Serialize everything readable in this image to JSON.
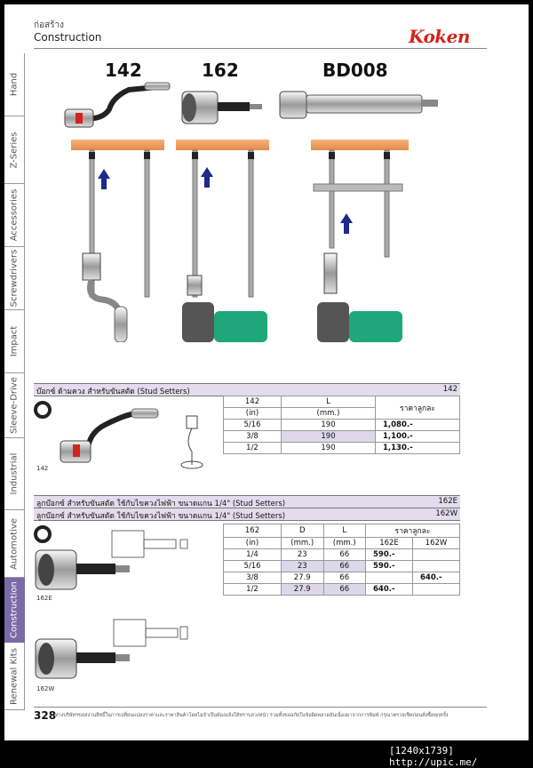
{
  "header": {
    "thai": "ก่อสร้าง",
    "title": "Construction",
    "brand": "Koken"
  },
  "tabs": [
    "Hand",
    "Z-Series",
    "Accessories",
    "Screwdrivers",
    "Impact",
    "Sleeve-Drive",
    "Industrial",
    "Automotive",
    "Construction",
    "Renewal Kits"
  ],
  "active_tab": "Construction",
  "models": [
    "142",
    "162",
    "BD008"
  ],
  "section1": {
    "title": "บ๊อกซ์ ด้ามควง สำหรับขันสตัด (Stud Setters)",
    "code": "142",
    "caption": "142",
    "headers": [
      "142",
      "(in)",
      "L",
      "(mm.)",
      "ราคาลูกละ"
    ],
    "rows": [
      {
        "size": "5/16",
        "l": "190",
        "price": "1,080.-"
      },
      {
        "size": "3/8",
        "l": "190",
        "price": "1,100.-"
      },
      {
        "size": "1/2",
        "l": "190",
        "price": "1,130.-"
      }
    ]
  },
  "section2": {
    "title1": "ลูกบ๊อกซ์ สำหรับขันสตัด ใช้กับไขควงไฟฟ้า ขนาดแกน 1/4\" (Stud Setters)",
    "code1": "162E",
    "title2": "ลูกบ๊อกซ์ สำหรับขันสตัด ใช้กับไขควงไฟฟ้า ขนาดแกน 1/4\" (Stud Setters)",
    "code2": "162W",
    "caption1": "162E",
    "caption2": "162W",
    "headers": {
      "model": "162",
      "unit": "(in)",
      "d": "D",
      "d_unit": "(mm.)",
      "l": "L",
      "l_unit": "(mm.)",
      "price": "ราคาลูกละ",
      "col_e": "162E",
      "col_w": "162W"
    },
    "rows": [
      {
        "size": "1/4",
        "d": "23",
        "l": "66",
        "e": "590.-",
        "w": ""
      },
      {
        "size": "5/16",
        "d": "23",
        "l": "66",
        "e": "590.-",
        "w": ""
      },
      {
        "size": "3/8",
        "d": "27.9",
        "l": "66",
        "e": "",
        "w": "640.-"
      },
      {
        "size": "1/2",
        "d": "27.9",
        "l": "66",
        "e": "640.-",
        "w": ""
      }
    ]
  },
  "footer": {
    "page": "328",
    "note": "ทางบริษัทฯขอสงวนสิทธิ์ในการเปลี่ยนแปลงราคาและราคาสินค้าโดยไม่จำเป็นต้องแจ้งให้ทราบล่วงหน้า รวมทั้งขออภัยในข้อผิดพลาดอันเนื่องมาจากการพิมพ์ กรุณาตรวจเช็คก่อนสั่งซื้อทุกครั้ง"
  },
  "watermark": "[1240x1739] http://upic.me/",
  "colors": {
    "accent": "#d2241c",
    "tab_active": "#7b6aa8",
    "table_shade": "#dcd8ea",
    "drill_green": "#1fa67a",
    "plate_orange": "#f0a060"
  }
}
